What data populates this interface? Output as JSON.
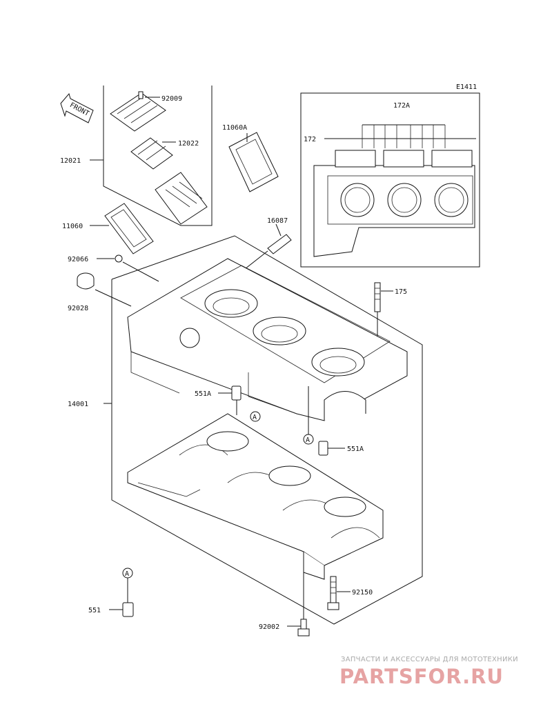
{
  "diagram_code": "E1411",
  "front_label": "FRONT",
  "parts": {
    "p92009": "92009",
    "p12022": "12022",
    "p12021": "12021",
    "p11060A": "11060A",
    "p11060": "11060",
    "p16087": "16087",
    "p92066": "92066",
    "p92028": "92028",
    "p175": "175",
    "p172A": "172A",
    "p172": "172",
    "p14001": "14001",
    "p551A_left": "551A",
    "p551A_right": "551A",
    "p92150": "92150",
    "p551": "551",
    "p92002": "92002"
  },
  "ref_marker": "A",
  "watermark": {
    "tagline": "ЗАПЧАСТИ И АКСЕССУАРЫ ДЛЯ МОТОТЕХНИКИ",
    "brand": "PARTSFOR.RU"
  },
  "colors": {
    "line": "#111111",
    "watermark_text": "#a9a9a9",
    "watermark_brand": "#e6a3a3"
  }
}
